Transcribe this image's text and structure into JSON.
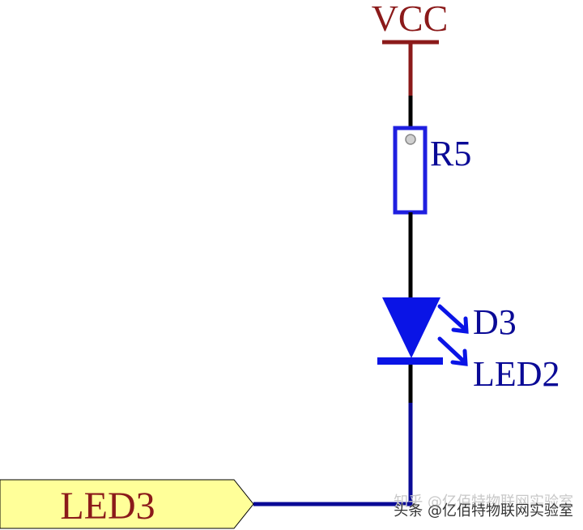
{
  "power": {
    "label": "VCC",
    "color": "#8b1a1a"
  },
  "resistor": {
    "designator": "R5",
    "color": "#1f1fe0"
  },
  "led": {
    "designator": "D3",
    "value": "LED2",
    "color": "#0a14e6"
  },
  "net_port": {
    "label": "LED3",
    "fill": "#ffff99",
    "text_color": "#8b1a1a"
  },
  "wire_colors": {
    "power_stub": "#8b1a1a",
    "wire": "#000000",
    "net_wire": "#0a0a96"
  },
  "watermark": {
    "text": "头条 @亿佰特物联网实验室",
    "faint_text": "知乎 @亿佰特物联网实验室"
  }
}
